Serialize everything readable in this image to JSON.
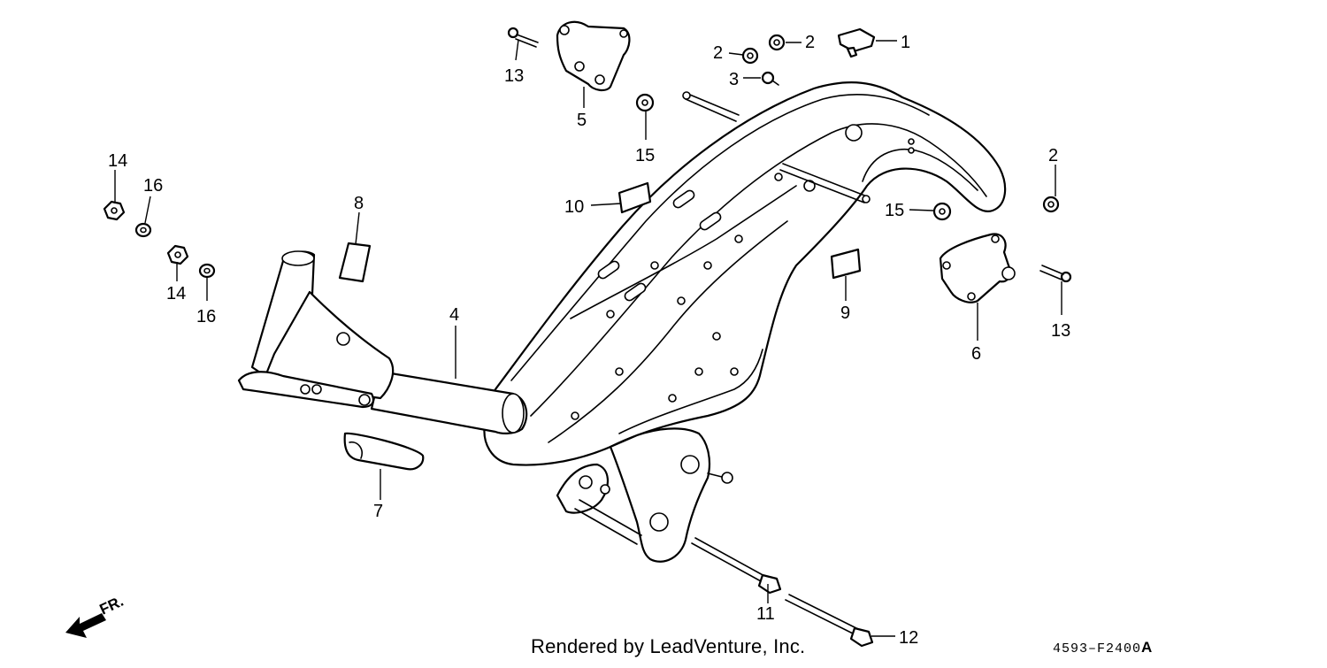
{
  "diagram": {
    "callouts": [
      {
        "id": "c1",
        "text": "1"
      },
      {
        "id": "c2a",
        "text": "2"
      },
      {
        "id": "c2b",
        "text": "2"
      },
      {
        "id": "c2c",
        "text": "2"
      },
      {
        "id": "c3",
        "text": "3"
      },
      {
        "id": "c4",
        "text": "4"
      },
      {
        "id": "c5",
        "text": "5"
      },
      {
        "id": "c6",
        "text": "6"
      },
      {
        "id": "c7",
        "text": "7"
      },
      {
        "id": "c8",
        "text": "8"
      },
      {
        "id": "c9",
        "text": "9"
      },
      {
        "id": "c10",
        "text": "10"
      },
      {
        "id": "c11",
        "text": "11"
      },
      {
        "id": "c12",
        "text": "12"
      },
      {
        "id": "c13a",
        "text": "13"
      },
      {
        "id": "c13b",
        "text": "13"
      },
      {
        "id": "c14a",
        "text": "14"
      },
      {
        "id": "c14b",
        "text": "14"
      },
      {
        "id": "c15a",
        "text": "15"
      },
      {
        "id": "c15b",
        "text": "15"
      },
      {
        "id": "c16a",
        "text": "16"
      },
      {
        "id": "c16b",
        "text": "16"
      }
    ],
    "direction_label": "FR.",
    "credit": "Rendered by LeadVenture, Inc.",
    "figure_code": "4593–F2400",
    "figure_code_suffix": "A"
  }
}
